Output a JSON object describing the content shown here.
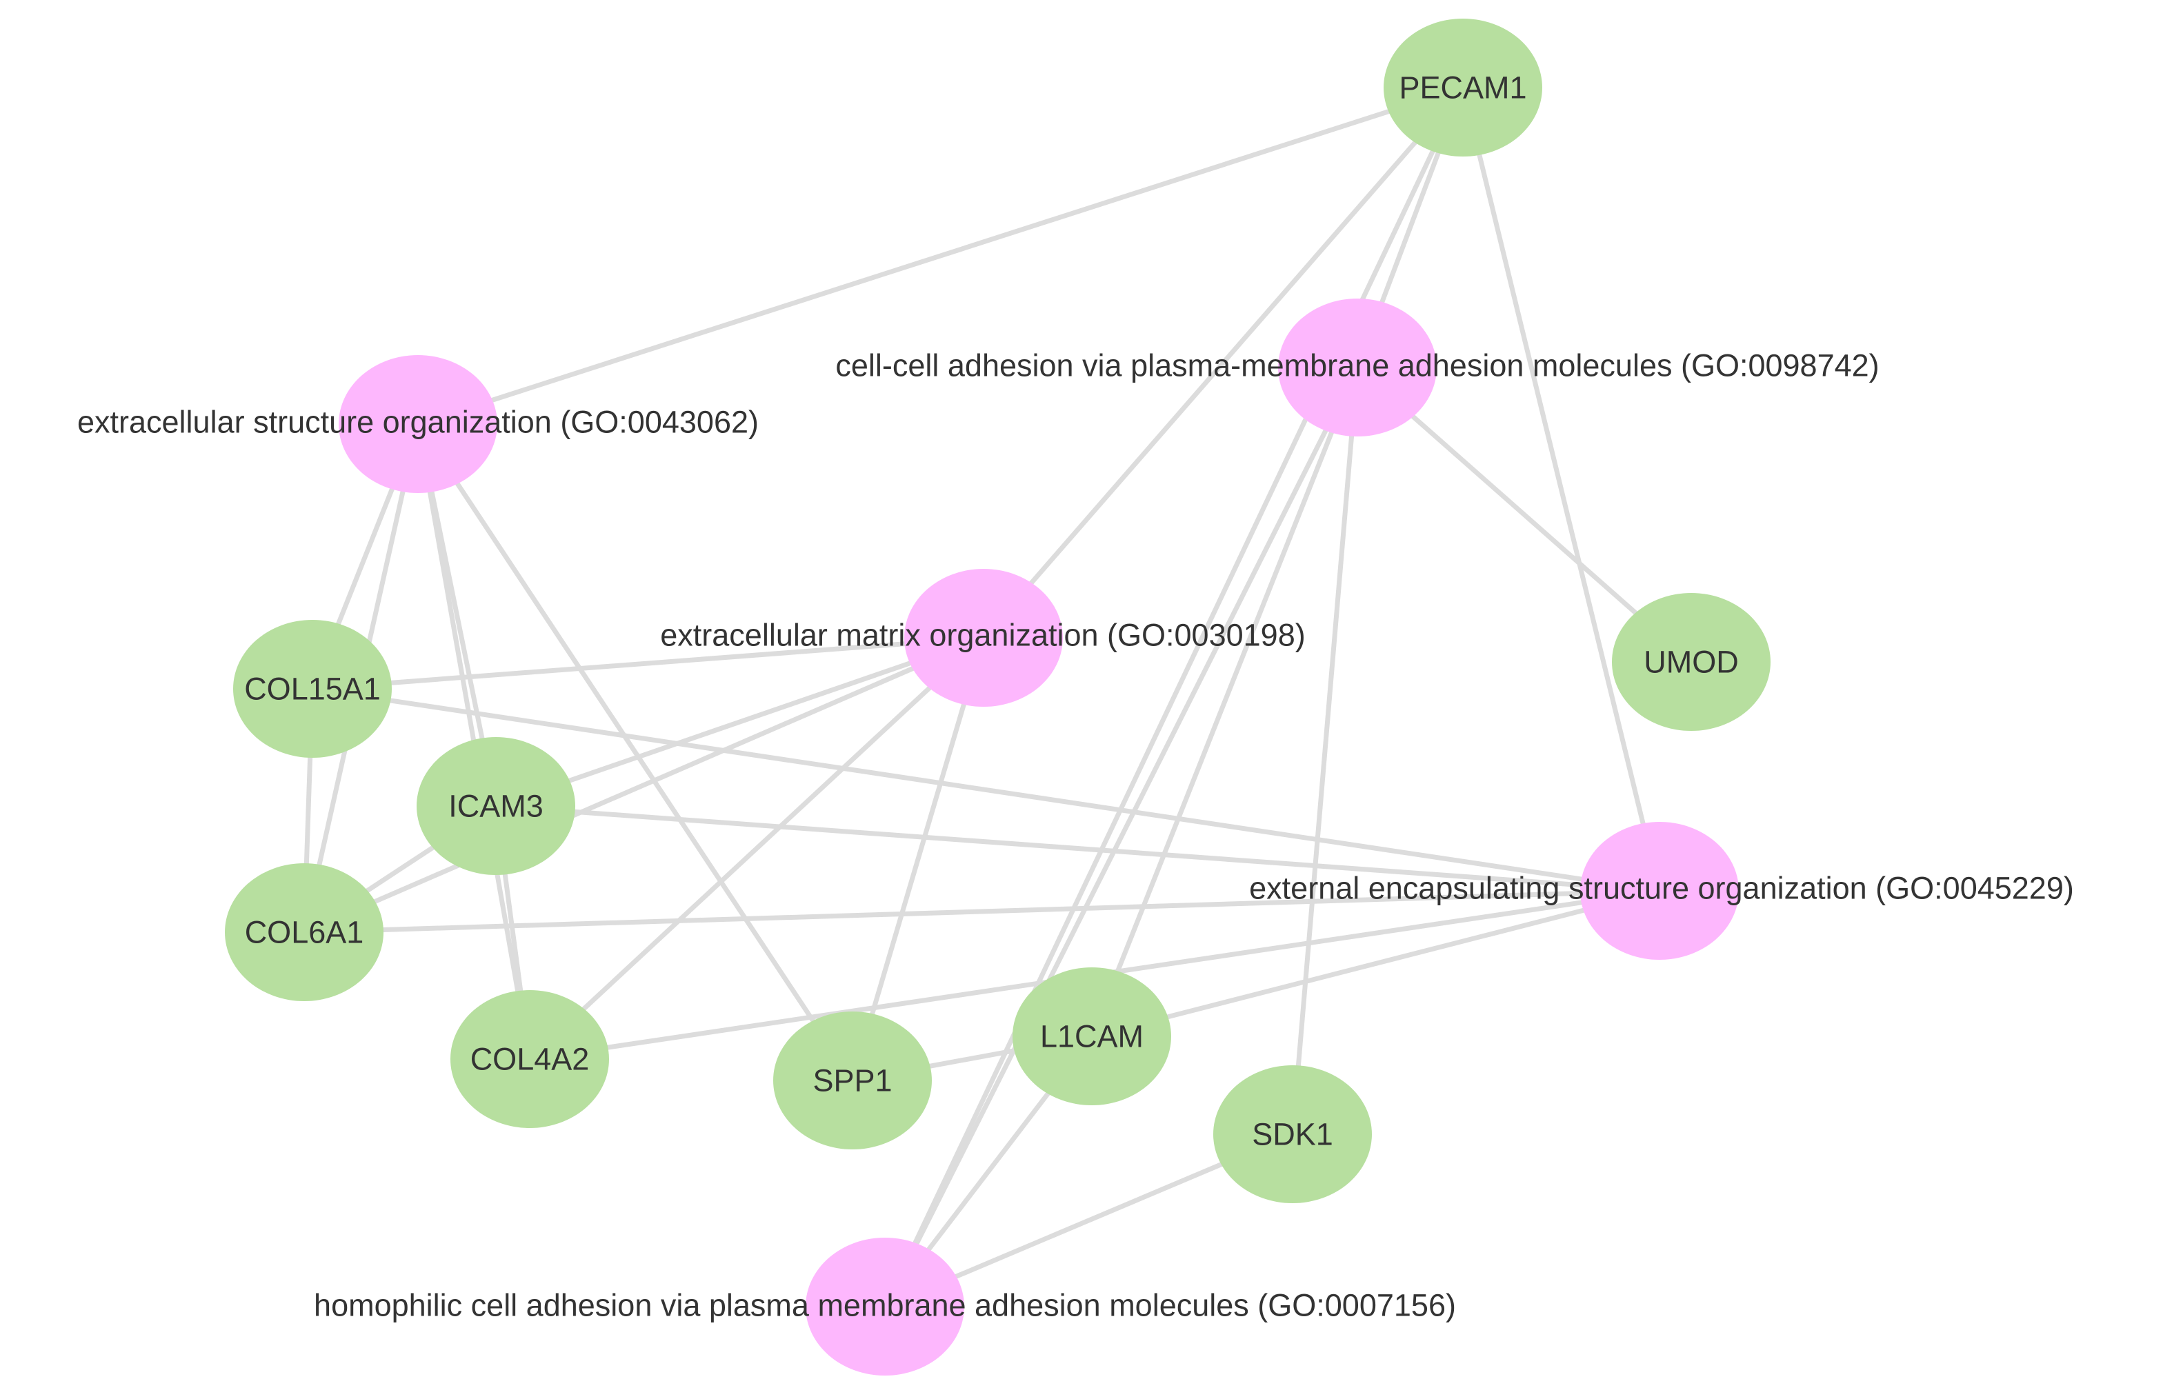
{
  "genes": [
    {
      "id": "pecam1",
      "label": "PECAM1"
    },
    {
      "id": "umod",
      "label": "UMOD"
    },
    {
      "id": "col15a1",
      "label": "COL15A1"
    },
    {
      "id": "icam3",
      "label": "ICAM3"
    },
    {
      "id": "col6a1",
      "label": "COL6A1"
    },
    {
      "id": "col4a2",
      "label": "COL4A2"
    },
    {
      "id": "spp1",
      "label": "SPP1"
    },
    {
      "id": "l1cam",
      "label": "L1CAM"
    },
    {
      "id": "sdk1",
      "label": "SDK1"
    }
  ],
  "terms": [
    {
      "id": "extracellular-structure",
      "label": "extracellular structure organization (GO:0043062)"
    },
    {
      "id": "cell-cell-adhesion",
      "label": "cell-cell adhesion via plasma-membrane adhesion molecules (GO:0098742)"
    },
    {
      "id": "extracellular-matrix",
      "label": "extracellular matrix organization (GO:0030198)"
    },
    {
      "id": "external-encapsulating",
      "label": "external encapsulating structure organization (GO:0045229)"
    },
    {
      "id": "homophilic-adhesion",
      "label": "homophilic cell adhesion via plasma membrane adhesion molecules (GO:0007156)"
    }
  ],
  "edges": [
    [
      "pecam1",
      "extracellular-structure"
    ],
    [
      "pecam1",
      "cell-cell-adhesion"
    ],
    [
      "pecam1",
      "extracellular-matrix"
    ],
    [
      "pecam1",
      "external-encapsulating"
    ],
    [
      "pecam1",
      "homophilic-adhesion"
    ],
    [
      "cell-cell-adhesion",
      "umod"
    ],
    [
      "cell-cell-adhesion",
      "l1cam"
    ],
    [
      "cell-cell-adhesion",
      "sdk1"
    ],
    [
      "cell-cell-adhesion",
      "homophilic-adhesion"
    ],
    [
      "extracellular-structure",
      "col15a1"
    ],
    [
      "extracellular-structure",
      "col6a1"
    ],
    [
      "extracellular-structure",
      "icam3"
    ],
    [
      "extracellular-structure",
      "col4a2"
    ],
    [
      "extracellular-structure",
      "spp1"
    ],
    [
      "extracellular-matrix",
      "col15a1"
    ],
    [
      "extracellular-matrix",
      "icam3"
    ],
    [
      "extracellular-matrix",
      "col6a1"
    ],
    [
      "extracellular-matrix",
      "col4a2"
    ],
    [
      "extracellular-matrix",
      "spp1"
    ],
    [
      "external-encapsulating",
      "col15a1"
    ],
    [
      "external-encapsulating",
      "icam3"
    ],
    [
      "external-encapsulating",
      "col6a1"
    ],
    [
      "external-encapsulating",
      "col4a2"
    ],
    [
      "external-encapsulating",
      "l1cam"
    ],
    [
      "col15a1",
      "col6a1"
    ],
    [
      "icam3",
      "col6a1"
    ],
    [
      "icam3",
      "col4a2"
    ],
    [
      "spp1",
      "l1cam"
    ],
    [
      "l1cam",
      "homophilic-adhesion"
    ],
    [
      "sdk1",
      "homophilic-adhesion"
    ]
  ],
  "colors": {
    "gene_node": "#b7df9f",
    "term_node": "#fdb7fd",
    "edge": "#dcdcdc",
    "label": "#333333"
  }
}
